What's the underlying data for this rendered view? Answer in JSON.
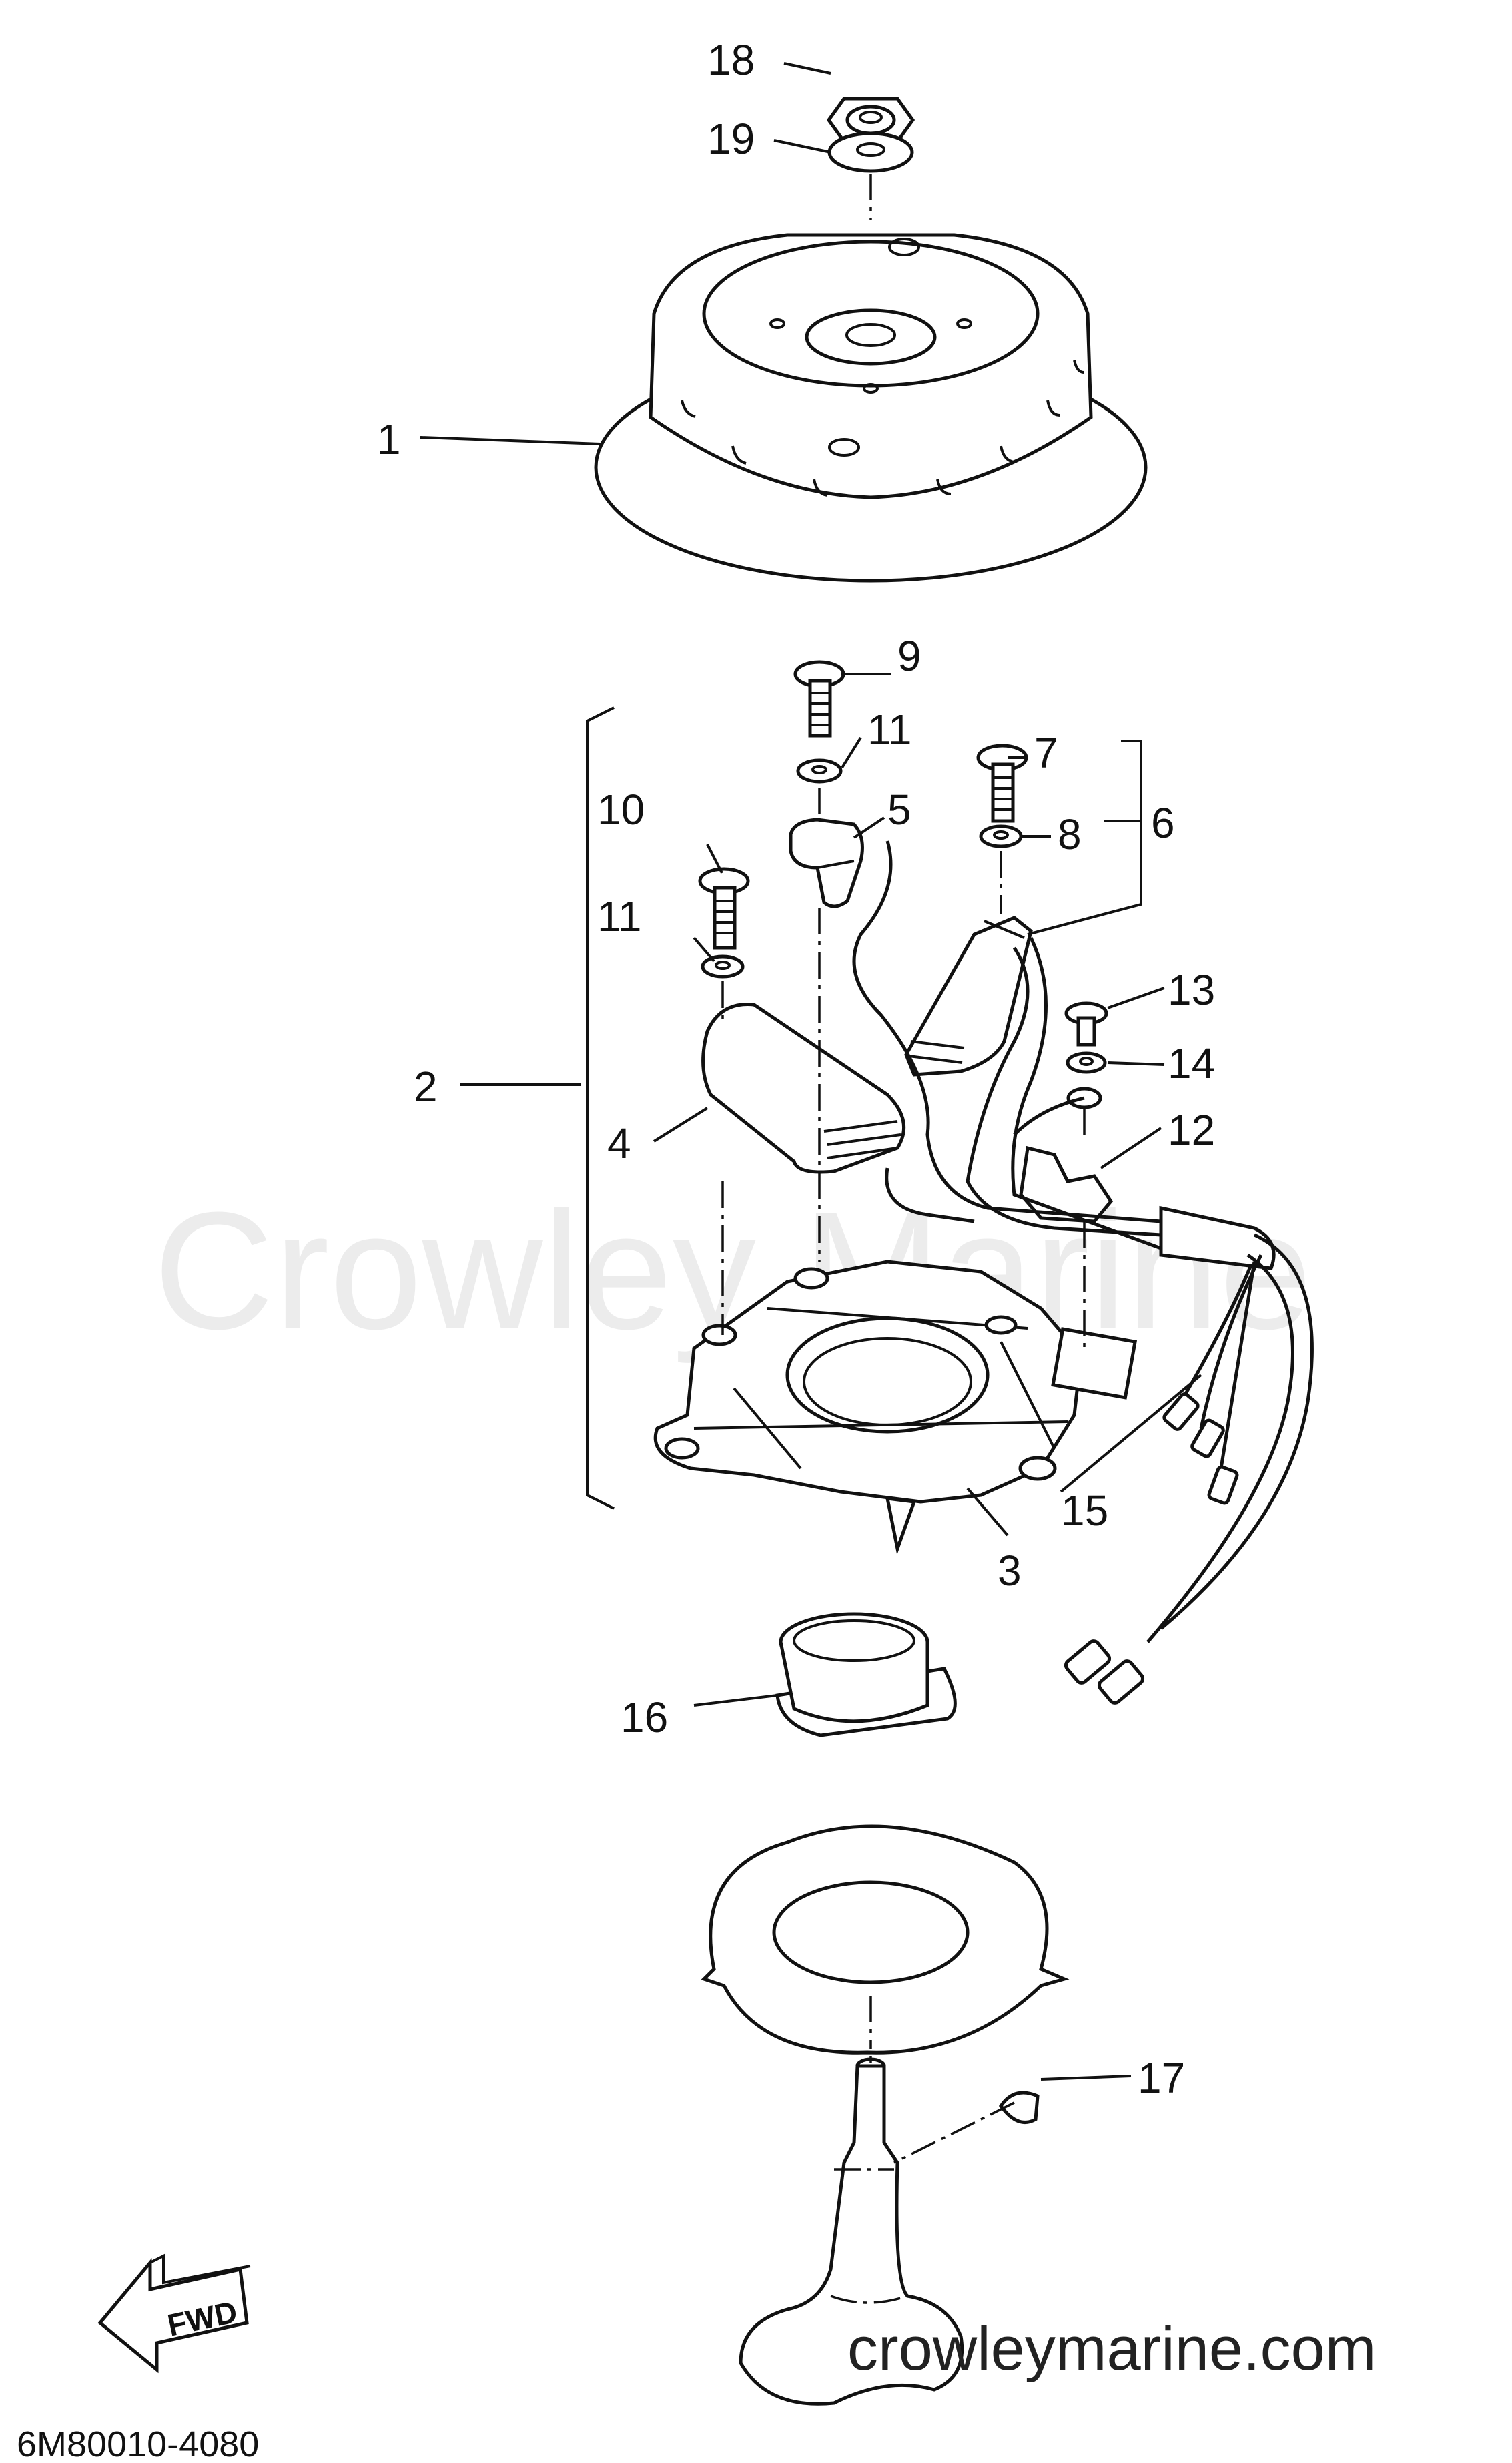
{
  "watermark": "Crowley Marine",
  "website": "crowleymarine.com",
  "diagram_code": "6M80010-4080",
  "fwd_label": "FWD",
  "callouts": {
    "c1": "1",
    "c2": "2",
    "c3": "3",
    "c4": "4",
    "c5": "5",
    "c6": "6",
    "c7": "7",
    "c8": "8",
    "c9": "9",
    "c10": "10",
    "c11a": "11",
    "c11b": "11",
    "c12": "12",
    "c13": "13",
    "c14": "14",
    "c15": "15",
    "c16": "16",
    "c17": "17",
    "c18": "18",
    "c19": "19"
  }
}
